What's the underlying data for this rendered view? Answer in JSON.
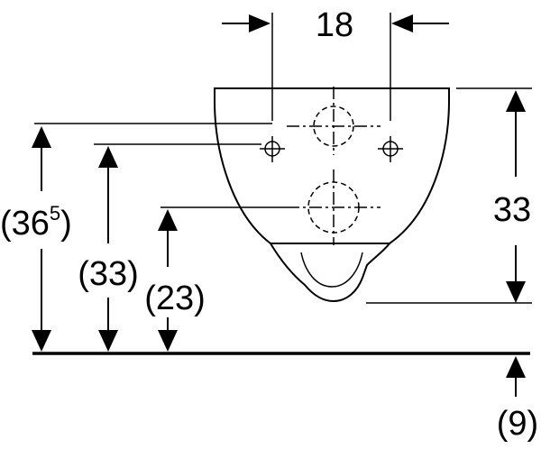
{
  "drawing": {
    "line_color": "#000000",
    "background": "#ffffff",
    "dimensions": {
      "top_width": "18",
      "right_height": "33",
      "left_outer_base": "(36",
      "left_outer_sup": "5",
      "left_outer_close": ")",
      "left_middle": "(33)",
      "left_inner": "(23)",
      "bottom_right": "(9)"
    }
  }
}
